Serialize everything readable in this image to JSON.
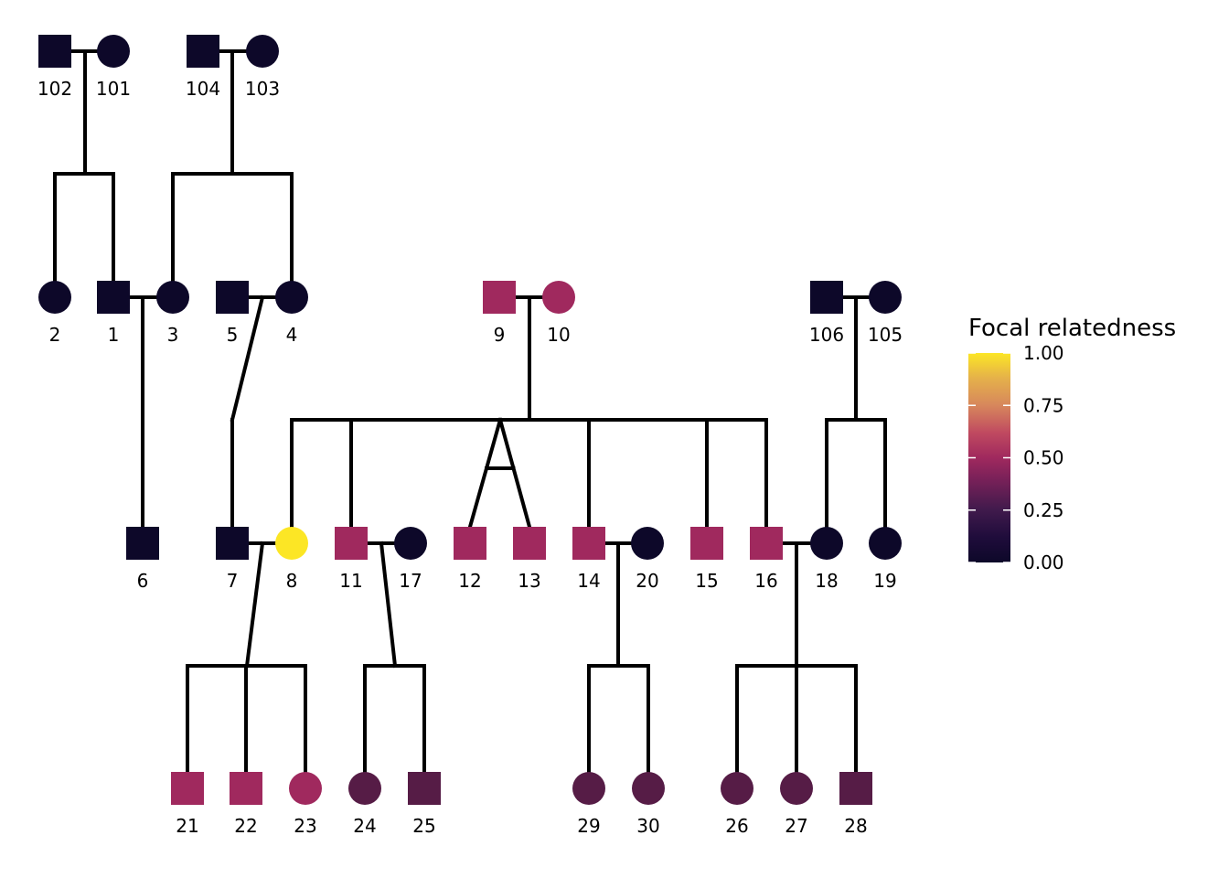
{
  "chart_data": {
    "type": "pedigree",
    "title": "",
    "legend": {
      "title": "Focal relatedness",
      "placement": "right",
      "range": [
        0,
        1
      ],
      "ticks": [
        "0.00",
        "0.25",
        "0.50",
        "0.75",
        "1.00"
      ],
      "tick_values": [
        0,
        0.25,
        0.5,
        0.75,
        1
      ],
      "palette": [
        "#000004",
        "#420a68",
        "#932667",
        "#dd513a",
        "#fca50a",
        "#fcffa4"
      ]
    },
    "palette_note": "inferno-like",
    "individuals": [
      {
        "id": "102",
        "sex": "male",
        "gen": 0,
        "relatedness": 0.0
      },
      {
        "id": "101",
        "sex": "female",
        "gen": 0,
        "relatedness": 0.0
      },
      {
        "id": "104",
        "sex": "male",
        "gen": 0,
        "relatedness": 0.0
      },
      {
        "id": "103",
        "sex": "female",
        "gen": 0,
        "relatedness": 0.0
      },
      {
        "id": "2",
        "sex": "female",
        "gen": 1,
        "relatedness": 0.0
      },
      {
        "id": "1",
        "sex": "male",
        "gen": 1,
        "relatedness": 0.0
      },
      {
        "id": "3",
        "sex": "female",
        "gen": 1,
        "relatedness": 0.0
      },
      {
        "id": "5",
        "sex": "male",
        "gen": 1,
        "relatedness": 0.0
      },
      {
        "id": "4",
        "sex": "female",
        "gen": 1,
        "relatedness": 0.0
      },
      {
        "id": "9",
        "sex": "male",
        "gen": 1,
        "relatedness": 0.5
      },
      {
        "id": "10",
        "sex": "female",
        "gen": 1,
        "relatedness": 0.5
      },
      {
        "id": "106",
        "sex": "male",
        "gen": 1,
        "relatedness": 0.0
      },
      {
        "id": "105",
        "sex": "female",
        "gen": 1,
        "relatedness": 0.0
      },
      {
        "id": "6",
        "sex": "male",
        "gen": 2,
        "relatedness": 0.0
      },
      {
        "id": "7",
        "sex": "male",
        "gen": 2,
        "relatedness": 0.0
      },
      {
        "id": "8",
        "sex": "female",
        "gen": 2,
        "relatedness": 1.0
      },
      {
        "id": "11",
        "sex": "male",
        "gen": 2,
        "relatedness": 0.5
      },
      {
        "id": "17",
        "sex": "female",
        "gen": 2,
        "relatedness": 0.0
      },
      {
        "id": "12",
        "sex": "male",
        "gen": 2,
        "relatedness": 0.5
      },
      {
        "id": "13",
        "sex": "male",
        "gen": 2,
        "relatedness": 0.5
      },
      {
        "id": "14",
        "sex": "male",
        "gen": 2,
        "relatedness": 0.5
      },
      {
        "id": "20",
        "sex": "female",
        "gen": 2,
        "relatedness": 0.0
      },
      {
        "id": "15",
        "sex": "male",
        "gen": 2,
        "relatedness": 0.5
      },
      {
        "id": "16",
        "sex": "male",
        "gen": 2,
        "relatedness": 0.5
      },
      {
        "id": "18",
        "sex": "female",
        "gen": 2,
        "relatedness": 0.0
      },
      {
        "id": "19",
        "sex": "female",
        "gen": 2,
        "relatedness": 0.0
      },
      {
        "id": "21",
        "sex": "male",
        "gen": 3,
        "relatedness": 0.5
      },
      {
        "id": "22",
        "sex": "male",
        "gen": 3,
        "relatedness": 0.5
      },
      {
        "id": "23",
        "sex": "female",
        "gen": 3,
        "relatedness": 0.5
      },
      {
        "id": "24",
        "sex": "female",
        "gen": 3,
        "relatedness": 0.25
      },
      {
        "id": "25",
        "sex": "male",
        "gen": 3,
        "relatedness": 0.25
      },
      {
        "id": "29",
        "sex": "female",
        "gen": 3,
        "relatedness": 0.25
      },
      {
        "id": "30",
        "sex": "female",
        "gen": 3,
        "relatedness": 0.25
      },
      {
        "id": "26",
        "sex": "female",
        "gen": 3,
        "relatedness": 0.25
      },
      {
        "id": "27",
        "sex": "female",
        "gen": 3,
        "relatedness": 0.25
      },
      {
        "id": "28",
        "sex": "male",
        "gen": 3,
        "relatedness": 0.25
      }
    ],
    "families": [
      {
        "father": "102",
        "mother": "101",
        "children": [
          "2",
          "1"
        ]
      },
      {
        "father": "104",
        "mother": "103",
        "children": [
          "3",
          "4"
        ]
      },
      {
        "father": "1",
        "mother": "3",
        "children": [
          "6"
        ]
      },
      {
        "father": "5",
        "mother": "4",
        "children": [
          "7"
        ]
      },
      {
        "father": "9",
        "mother": "10",
        "children": [
          "8",
          "11",
          "12",
          "13",
          "14",
          "15",
          "16"
        ],
        "twins": [
          [
            "12",
            "13"
          ]
        ]
      },
      {
        "father": "106",
        "mother": "105",
        "children": [
          "18",
          "19"
        ]
      },
      {
        "father": "7",
        "mother": "8",
        "children": [
          "21",
          "22",
          "23"
        ]
      },
      {
        "father": "11",
        "mother": "17",
        "children": [
          "24",
          "25"
        ]
      },
      {
        "father": "14",
        "mother": "20",
        "children": [
          "29",
          "30"
        ]
      },
      {
        "father": "16",
        "mother": "18",
        "children": [
          "26",
          "27",
          "28"
        ]
      }
    ]
  }
}
